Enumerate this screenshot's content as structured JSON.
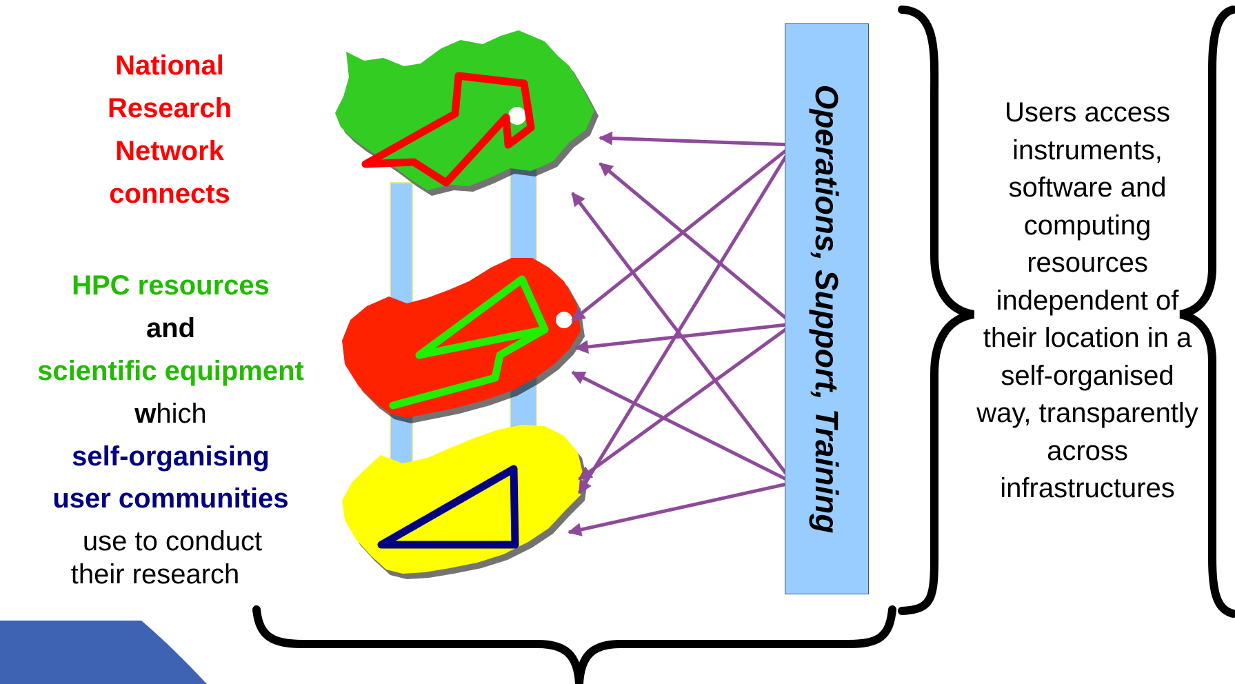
{
  "left_text": {
    "nren": "National Research Network connects",
    "hpc": "HPC resources",
    "and": "and",
    "equipment": "scientific equipment",
    "which_w": "w",
    "which_rest": "hich",
    "self_organising": "self-organising",
    "user_communities": "user communities",
    "use_to_conduct": "use to conduct",
    "their_research": "their research"
  },
  "vertical_bar": {
    "label": "Operations, Support, Training"
  },
  "right_text": {
    "description": "Users access instruments, software and computing resources independent of their location in a self-organised way, transparently across infrastructures"
  },
  "colors": {
    "red": "#ff0000",
    "green": "#22bb00",
    "navy": "#000080",
    "purple": "#8e4a9a",
    "bar_fill": "#99ccff",
    "green_map": "#33cc22",
    "red_map": "#ff2200",
    "yellow_map": "#ffff00"
  },
  "icons": [
    "south-africa-map-icon",
    "network-overlay-icon",
    "arrow-icon",
    "curly-brace-icon",
    "blue-corner-decoration"
  ]
}
